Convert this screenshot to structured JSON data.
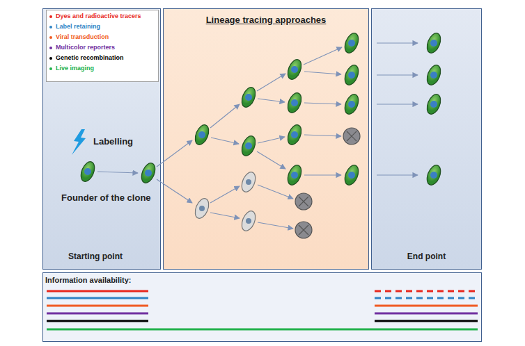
{
  "diagram": {
    "nodes": [
      {
        "text": [
          "Labelling",
          "Founder of the clone",
          "Starting point"
        ]
      },
      {
        "text": [
          "Lineage tracing approaches"
        ]
      },
      {
        "text": [
          "End point"
        ]
      },
      {
        "text": [
          "Information availability:"
        ]
      }
    ],
    "legend": [
      {
        "text": "Dyes and radioactive tracers",
        "color": "#e8281e"
      },
      {
        "text": "Label retaining",
        "color": "#2f83c5"
      },
      {
        "text": "Viral transduction",
        "color": "#f05a22"
      },
      {
        "text": "Multicolor reporters",
        "color": "#7030a0"
      },
      {
        "text": "Genetic recombination",
        "color": "#000000"
      },
      {
        "text": "Live imaging",
        "color": "#22b14c"
      }
    ]
  }
}
